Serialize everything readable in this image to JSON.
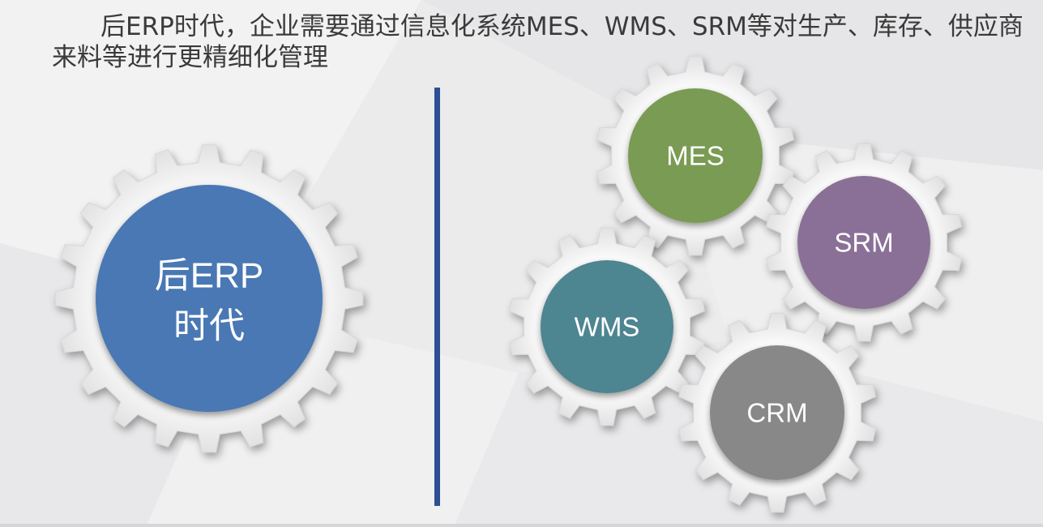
{
  "headline": "后ERP时代，企业需要通过信息化系统MES、WMS、SRM等对生产、库存、供应商来料等进行更精细化管理",
  "center_gear": {
    "line1": "后ERP",
    "line2": "时代",
    "color": "#4878b4"
  },
  "gears": [
    {
      "id": "mes",
      "label": "MES",
      "color": "#7a9b53"
    },
    {
      "id": "srm",
      "label": "SRM",
      "color": "#8a7096"
    },
    {
      "id": "wms",
      "label": "WMS",
      "color": "#4e8591"
    },
    {
      "id": "crm",
      "label": "CRM",
      "color": "#888888"
    }
  ],
  "colors": {
    "divider": "#2e4f95",
    "gear_body": "#eeeeee",
    "text": "#3a3a3a"
  }
}
